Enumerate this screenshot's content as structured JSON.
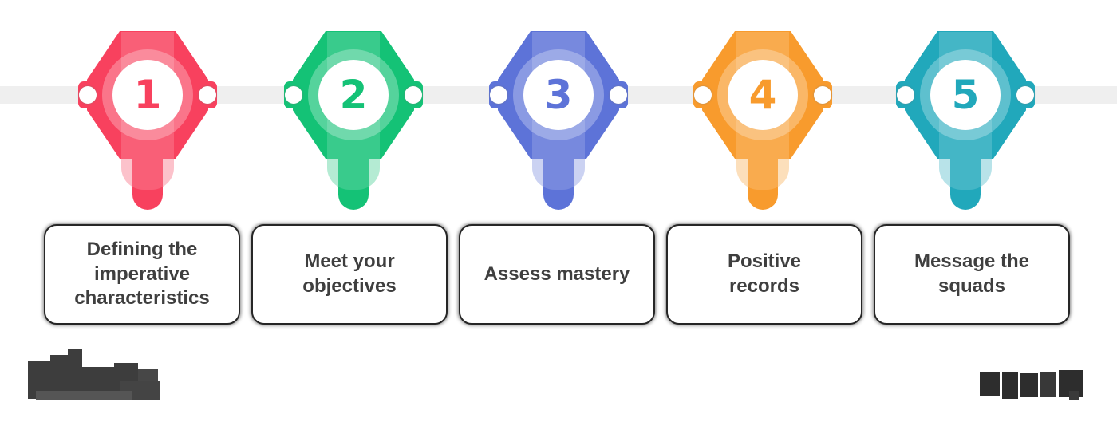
{
  "timeline": {
    "line_color": "#efefef",
    "label_text_color": "#3f3f3f",
    "steps": [
      {
        "number": "1",
        "label": "Defining the\nimperative\ncharacteristics",
        "color": "#f8415e"
      },
      {
        "number": "2",
        "label": "Meet your\nobjectives",
        "color": "#14c276"
      },
      {
        "number": "3",
        "label": "Assess mastery",
        "color": "#5d73d8"
      },
      {
        "number": "4",
        "label": "Positive\nrecords",
        "color": "#f89b2d"
      },
      {
        "number": "5",
        "label": "Message the\nsquads",
        "color": "#21a8bb"
      }
    ]
  },
  "footer": {
    "left_mark": "illegible pixelated logo",
    "right_mark": "illegible pixelated watermark"
  }
}
